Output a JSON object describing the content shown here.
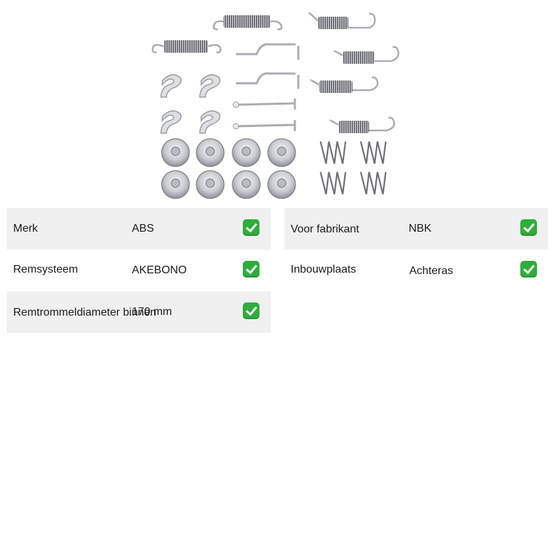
{
  "product": {
    "image_icon": "brake-spring-accessory-kit-icon"
  },
  "specs_left": [
    {
      "label": "Merk",
      "value": "ABS"
    },
    {
      "label": "Remsysteem",
      "value": "AKEBONO"
    },
    {
      "label": "Remtrommeldiameter binnen",
      "value": "170 mm"
    }
  ],
  "specs_right": [
    {
      "label": "Voor fabrikant",
      "value": "NBK"
    },
    {
      "label": "Inbouwplaats",
      "value": "Achteras"
    }
  ],
  "colors": {
    "check": "#2fae3b",
    "row_shade": "#f0f0f0",
    "metal": "#b8bcc2",
    "spring": "#6d6f73"
  }
}
